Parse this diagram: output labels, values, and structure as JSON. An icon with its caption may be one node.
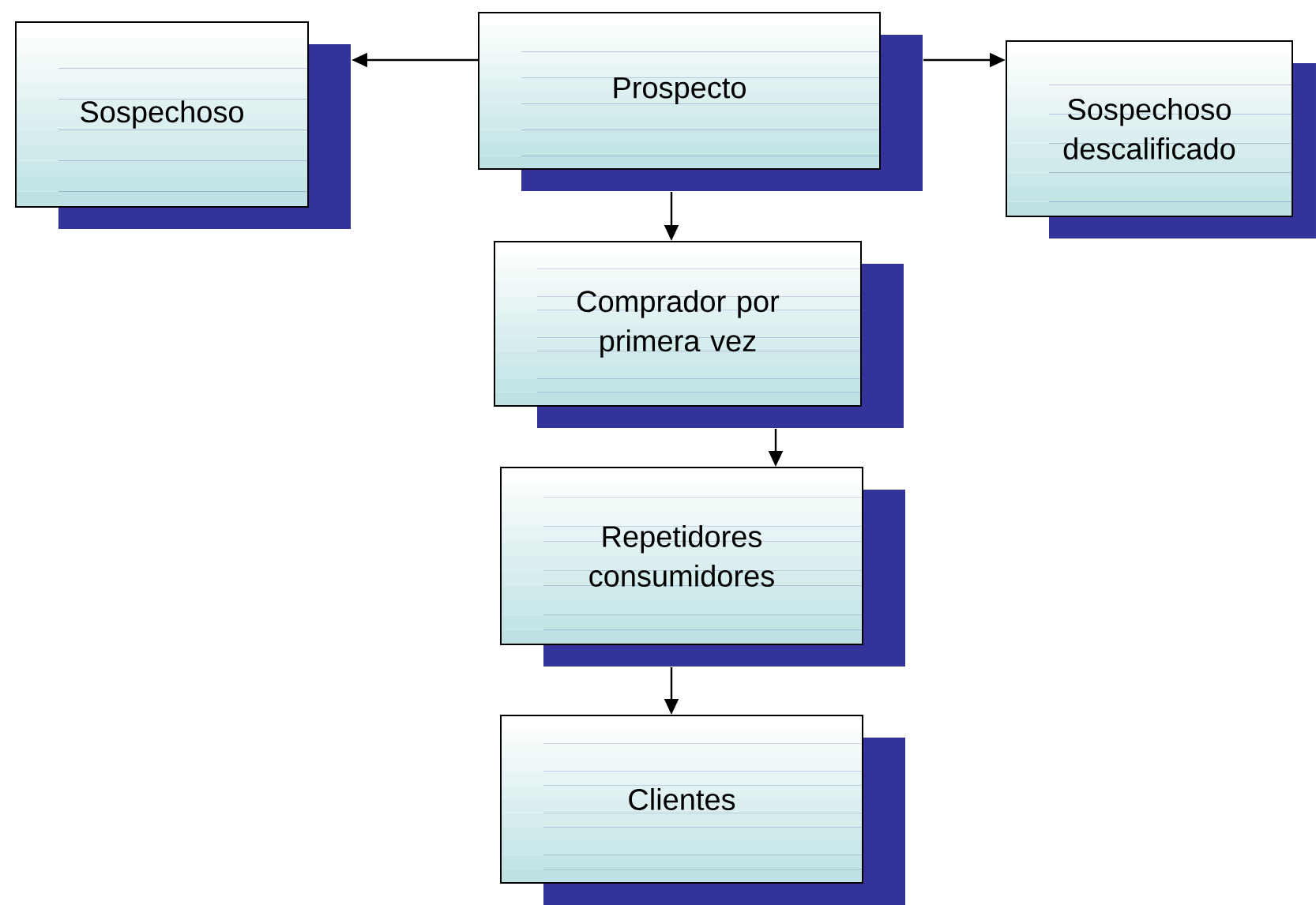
{
  "diagram": {
    "nodes": [
      {
        "text": [
          "Sospechoso"
        ]
      },
      {
        "text": [
          "Prospecto"
        ]
      },
      {
        "text": [
          "Sospechoso descalificado"
        ]
      },
      {
        "text": [
          "Comprador por primera vez"
        ]
      },
      {
        "text": [
          "Repetidores consumidores"
        ]
      },
      {
        "text": [
          "Clientes"
        ]
      }
    ],
    "edges": [
      {
        "from": 1,
        "to": 0,
        "arrow": "to"
      },
      {
        "from": 1,
        "to": 2,
        "arrow": "to"
      },
      {
        "from": 1,
        "to": 3,
        "arrow": "to"
      },
      {
        "from": 3,
        "to": 4,
        "arrow": "to"
      },
      {
        "from": 4,
        "to": 5,
        "arrow": "to"
      }
    ]
  }
}
